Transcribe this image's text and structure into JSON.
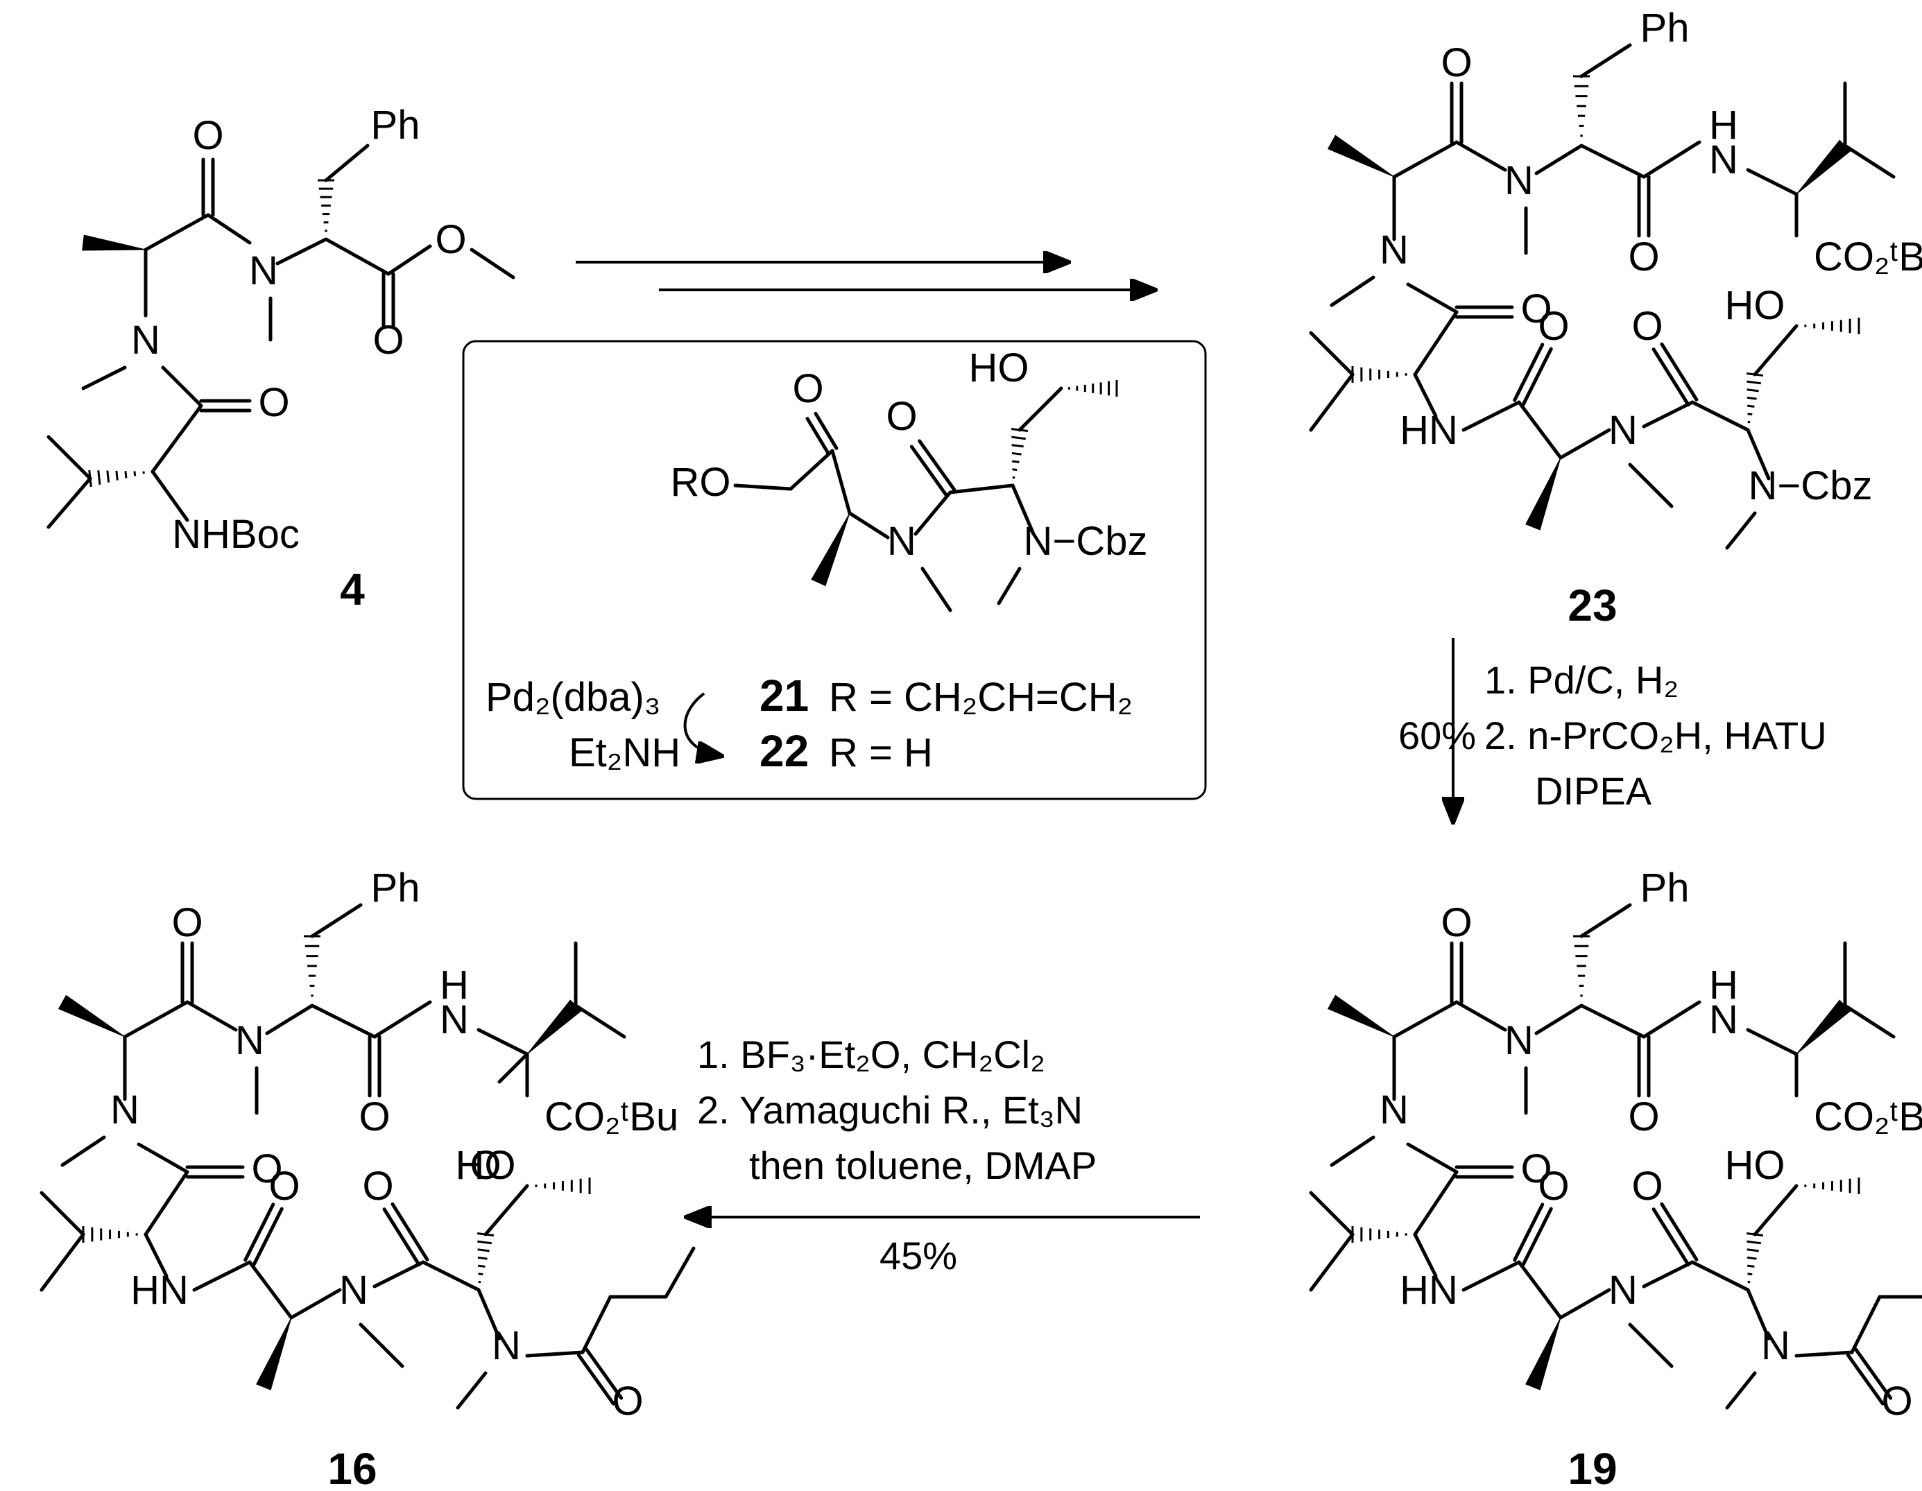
{
  "compounds": {
    "c4": {
      "number": "4"
    },
    "c23": {
      "number": "23"
    },
    "c19": {
      "number": "19"
    },
    "c16": {
      "number": "16"
    }
  },
  "inset": {
    "c21_label": "21",
    "c21_text": "R = CH₂CH=CH₂",
    "c22_label": "22",
    "c22_text": "R = H",
    "reagent_line1": "Pd₂(dba)₃",
    "reagent_line2": "Et₂NH"
  },
  "step_23_to_19": {
    "line1": "1. Pd/C, H₂",
    "line2": "2. n-PrCO₂H, HATU",
    "line3": "DIPEA",
    "yield": "60%"
  },
  "step_19_to_16": {
    "line1": "1. BF₃·Et₂O, CH₂Cl₂",
    "line2": "2. Yamaguchi R., Et₃N",
    "line3": "then toluene, DMAP",
    "yield": "45%"
  },
  "atom_labels": {
    "Ph": "Ph",
    "O": "O",
    "N": "N",
    "HN": "HN",
    "H": "H",
    "HO": "HO",
    "RO": "RO",
    "NHBoc": "NHBoc",
    "CO2tBu": "CO₂ᵗBu",
    "Cbz": "N−Cbz"
  }
}
